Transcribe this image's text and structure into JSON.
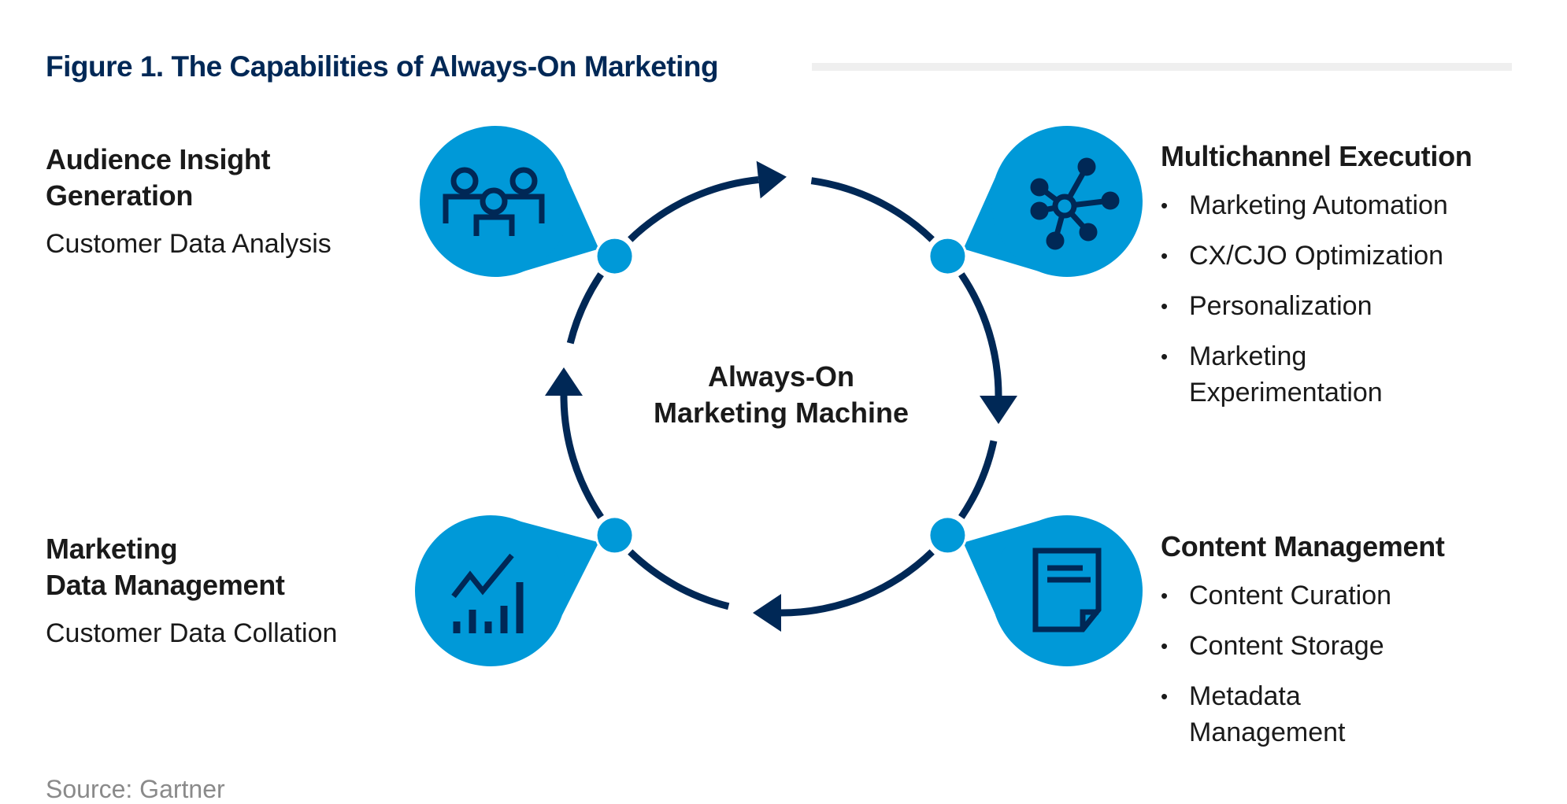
{
  "title": "Figure 1. The Capabilities of Always-On Marketing",
  "center": {
    "line1": "Always-On",
    "line2": "Marketing Machine"
  },
  "audience": {
    "heading_line1": "Audience Insight",
    "heading_line2": "Generation",
    "detail": "Customer Data Analysis",
    "icon": "people-icon"
  },
  "data_management": {
    "heading_line1": "Marketing",
    "heading_line2": "Data Management",
    "detail": "Customer Data Collation",
    "icon": "bar-chart-icon"
  },
  "multichannel": {
    "heading": "Multichannel Execution",
    "items": [
      "Marketing Automation",
      "CX/CJO Optimization",
      "Personalization",
      "Marketing Experimentation"
    ],
    "icon": "network-icon"
  },
  "content": {
    "heading": "Content Management",
    "items": [
      "Content Curation",
      "Content Storage",
      "Metadata Management"
    ],
    "icon": "document-icon"
  },
  "source": "Source: Gartner",
  "colors": {
    "navy": "#002856",
    "blue": "#0099d8",
    "rule": "#efefef"
  }
}
